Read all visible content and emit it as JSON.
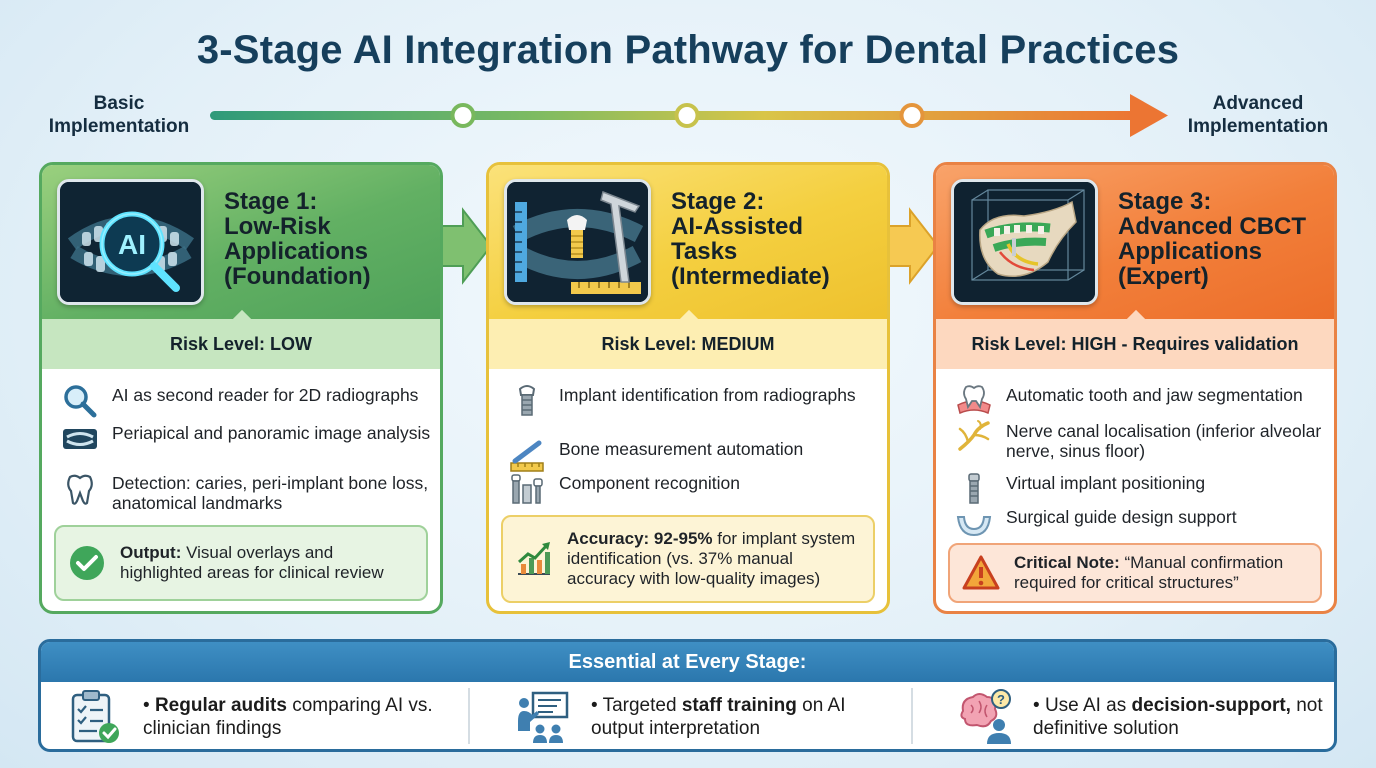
{
  "title": "3-Stage AI Integration Pathway for Dental Practices",
  "pathway": {
    "start_label": [
      "Basic",
      "Implementation"
    ],
    "end_label": [
      "Advanced",
      "Implementation"
    ]
  },
  "stages": [
    {
      "title": [
        "Stage 1:",
        "Low-Risk",
        "Applications",
        "(Foundation)"
      ],
      "thumb_text": "AI",
      "risk": "Risk Level: LOW",
      "items": [
        {
          "icon": "magnifier-icon",
          "text": "AI as second reader for 2D radiographs"
        },
        {
          "icon": "panoramic-xray-icon",
          "text": "Periapical and panoramic image analysis"
        },
        {
          "icon": "tooth-icon",
          "text": "Detection: caries, peri-implant bone loss, anatomical landmarks"
        }
      ],
      "callout": {
        "icon": "checkmark-icon",
        "bold": "Output:",
        "text": " Visual overlays and highlighted areas for clinical review"
      }
    },
    {
      "title": [
        "Stage 2:",
        "AI-Assisted",
        "Tasks",
        "(Intermediate)"
      ],
      "risk": "Risk Level: MEDIUM",
      "items": [
        {
          "icon": "implant-icon",
          "text": "Implant identification from radiographs"
        },
        {
          "icon": "ruler-icon",
          "text": "Bone measurement automation"
        },
        {
          "icon": "components-icon",
          "text": "Component recognition"
        }
      ],
      "callout": {
        "icon": "growth-chart-icon",
        "bold": "Accuracy: 92-95%",
        "text": " for implant system identification (vs. 37% manual accuracy with low-quality images)"
      }
    },
    {
      "title": [
        "Stage 3:",
        "Advanced CBCT",
        "Applications",
        "(Expert)"
      ],
      "risk": "Risk Level: HIGH - Requires validation",
      "items": [
        {
          "icon": "gum-tooth-icon",
          "text": "Automatic tooth and jaw segmentation"
        },
        {
          "icon": "nerve-icon",
          "text": "Nerve canal localisation (inferior alveolar nerve, sinus floor)"
        },
        {
          "icon": "implant-icon",
          "text": "Virtual implant positioning"
        },
        {
          "icon": "surgical-guide-icon",
          "text": "Surgical guide design support"
        }
      ],
      "callout": {
        "icon": "warning-icon",
        "bold": "Critical Note:",
        "text": " “Manual confirmation required for critical structures”"
      }
    }
  ],
  "essentials": {
    "heading": "Essential at Every Stage:",
    "items": [
      {
        "icon": "audit-clipboard-icon",
        "bullet": "• ",
        "bold": "Regular audits",
        "text": " comparing AI vs. clinician findings"
      },
      {
        "icon": "training-presentation-icon",
        "bullet": "• ",
        "pre": "Targeted ",
        "bold": "staff training",
        "text": " on AI output interpretation"
      },
      {
        "icon": "brain-question-icon",
        "bullet": "• ",
        "pre": "Use AI as ",
        "bold": "decision-support,",
        "text": " not definitive solution"
      }
    ]
  },
  "colors": {
    "stage1": "#55a95f",
    "stage2": "#e7c13a",
    "stage3": "#e98244",
    "navy": "#163f5c",
    "essentials": "#2b77ad"
  }
}
